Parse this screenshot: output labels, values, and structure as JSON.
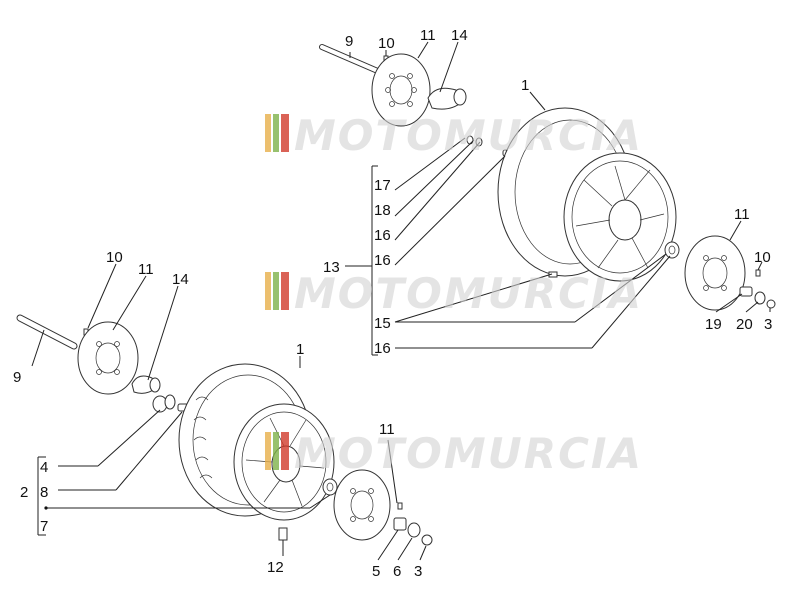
{
  "watermark": {
    "text": "MOTOMURCIA",
    "colors": [
      "#e8b04a",
      "#7fb24a",
      "#d23b2c"
    ]
  },
  "labels": {
    "top_9": "9",
    "top_10": "10",
    "top_11": "11",
    "top_14": "14",
    "top_1": "1",
    "mid_17": "17",
    "mid_18": "18",
    "mid_16a": "16",
    "mid_16b": "16",
    "mid_13": "13",
    "mid_15": "15",
    "mid_16c": "16",
    "r_11": "11",
    "r_10": "10",
    "r_19": "19",
    "r_20": "20",
    "r_3": "3",
    "l_10": "10",
    "l_11": "11",
    "l_14": "14",
    "l_9": "9",
    "l_1": "1",
    "b_4": "4",
    "b_2": "2",
    "b_8": "8",
    "b_7": "7",
    "b_11": "11",
    "b_12": "12",
    "b_5": "5",
    "b_6": "6",
    "b_3": "3"
  }
}
